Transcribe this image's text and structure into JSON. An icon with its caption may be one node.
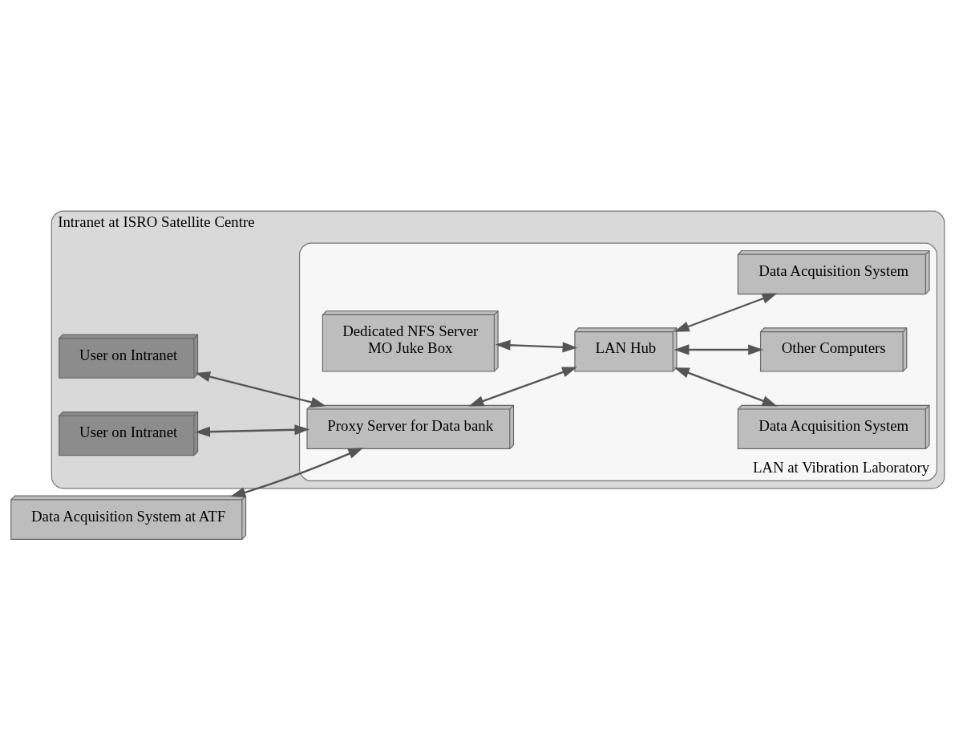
{
  "diagram": {
    "nodes": [
      {
        "text": [
          "Intranet at ISRO Satellite Centre"
        ]
      },
      {
        "text": [
          "LAN at Vibration Laboratory"
        ],
        "in": 0
      },
      {
        "text": [
          "Dedicated NFS Server",
          "MO Juke Box"
        ],
        "in": 1
      },
      {
        "text": [
          "User on Intranet"
        ],
        "in": 0
      },
      {
        "text": [
          "Proxy Server for Data bank"
        ],
        "in": 1
      },
      {
        "text": [
          "LAN Hub"
        ],
        "in": 1
      },
      {
        "text": [
          "Data Acquisition System"
        ],
        "in": 1
      },
      {
        "text": [
          "User on Intranet"
        ],
        "in": 0
      },
      {
        "text": [
          "Other Computers"
        ],
        "in": 1
      },
      {
        "text": [
          "Data Acquisition System"
        ],
        "in": 1
      },
      {
        "text": [
          "Data Acquisition System at ATF"
        ]
      }
    ],
    "edges": [
      {
        "from": 3,
        "to": 4,
        "arrow": "both"
      },
      {
        "from": 7,
        "to": 4,
        "arrow": "both"
      },
      {
        "from": 10,
        "to": 4,
        "arrow": "both"
      },
      {
        "from": 4,
        "to": 5,
        "arrow": "both"
      },
      {
        "from": 2,
        "to": 5,
        "arrow": "both"
      },
      {
        "from": 5,
        "to": 6,
        "arrow": "both"
      },
      {
        "from": 5,
        "to": 8,
        "arrow": "both"
      },
      {
        "from": 5,
        "to": 9,
        "arrow": "both"
      }
    ]
  }
}
